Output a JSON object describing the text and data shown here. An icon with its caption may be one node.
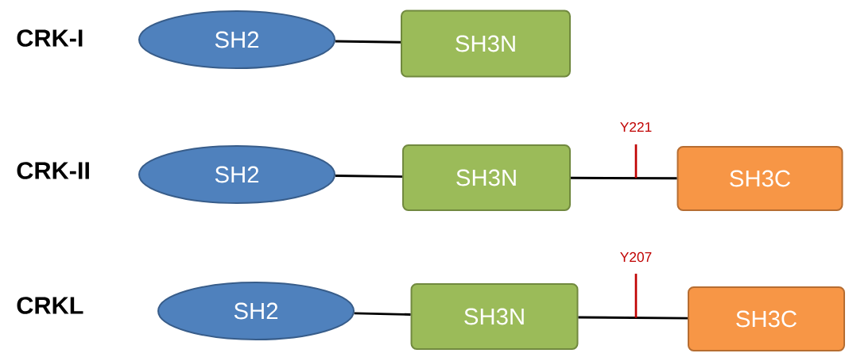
{
  "diagram": {
    "nodes": [
      {
        "text": [
          "SH2"
        ]
      },
      {
        "text": [
          "SH3N"
        ]
      },
      {
        "text": [
          "SH2"
        ]
      },
      {
        "text": [
          "SH3N"
        ]
      },
      {
        "text": [
          "SH3C"
        ]
      },
      {
        "text": [
          "SH2"
        ]
      },
      {
        "text": [
          "SH3N"
        ]
      },
      {
        "text": [
          "SH3C"
        ]
      }
    ],
    "edges": [
      {
        "from": 0,
        "to": 1,
        "arrow": "none"
      },
      {
        "from": 2,
        "to": 3,
        "arrow": "none"
      },
      {
        "from": 3,
        "to": 4,
        "arrow": "none",
        "label": "Y221"
      },
      {
        "from": 5,
        "to": 6,
        "arrow": "none"
      },
      {
        "from": 6,
        "to": 7,
        "arrow": "none",
        "label": "Y207"
      }
    ],
    "labels": [
      "CRK-I",
      "CRK-II",
      "CRKL"
    ]
  }
}
